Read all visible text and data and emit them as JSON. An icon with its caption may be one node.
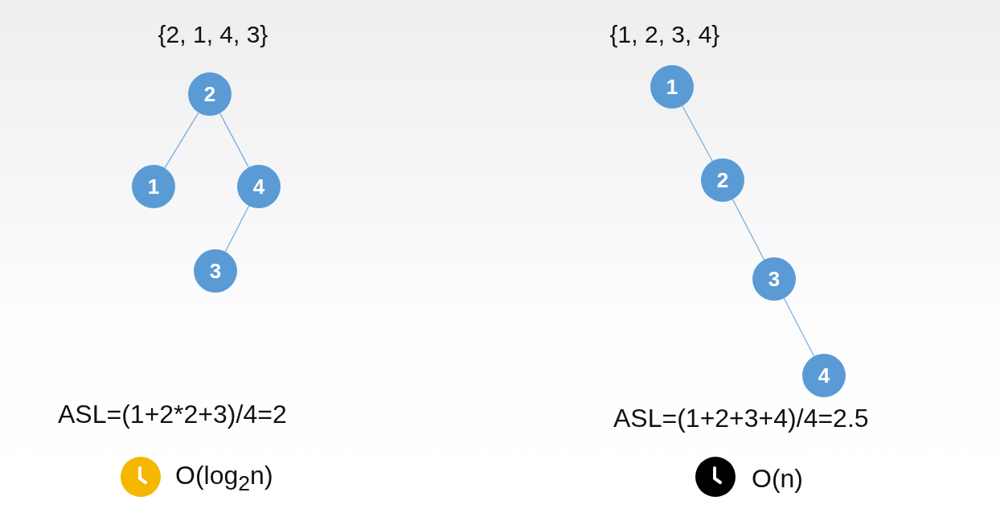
{
  "diagram": {
    "nodes": [
      {
        "text": [
          "2"
        ]
      },
      {
        "text": [
          "1"
        ]
      },
      {
        "text": [
          "4"
        ]
      },
      {
        "text": [
          "3"
        ]
      },
      {
        "text": [
          "1"
        ]
      },
      {
        "text": [
          "2"
        ]
      },
      {
        "text": [
          "3"
        ]
      },
      {
        "text": [
          "4"
        ]
      }
    ],
    "edges": [
      {
        "from": 0,
        "to": 1,
        "arrow": "none"
      },
      {
        "from": 0,
        "to": 2,
        "arrow": "none"
      },
      {
        "from": 2,
        "to": 3,
        "arrow": "none"
      },
      {
        "from": 4,
        "to": 5,
        "arrow": "none"
      },
      {
        "from": 5,
        "to": 6,
        "arrow": "none"
      },
      {
        "from": 6,
        "to": 7,
        "arrow": "none"
      }
    ],
    "labels": [
      "{2, 1, 4, 3}",
      "{1, 2, 3, 4}",
      "ASL=(1+2*2+3)/4=2",
      "ASL=(1+2+3+4)/4=2.5",
      "O(log$_{2}$n)",
      "O(n)"
    ]
  }
}
